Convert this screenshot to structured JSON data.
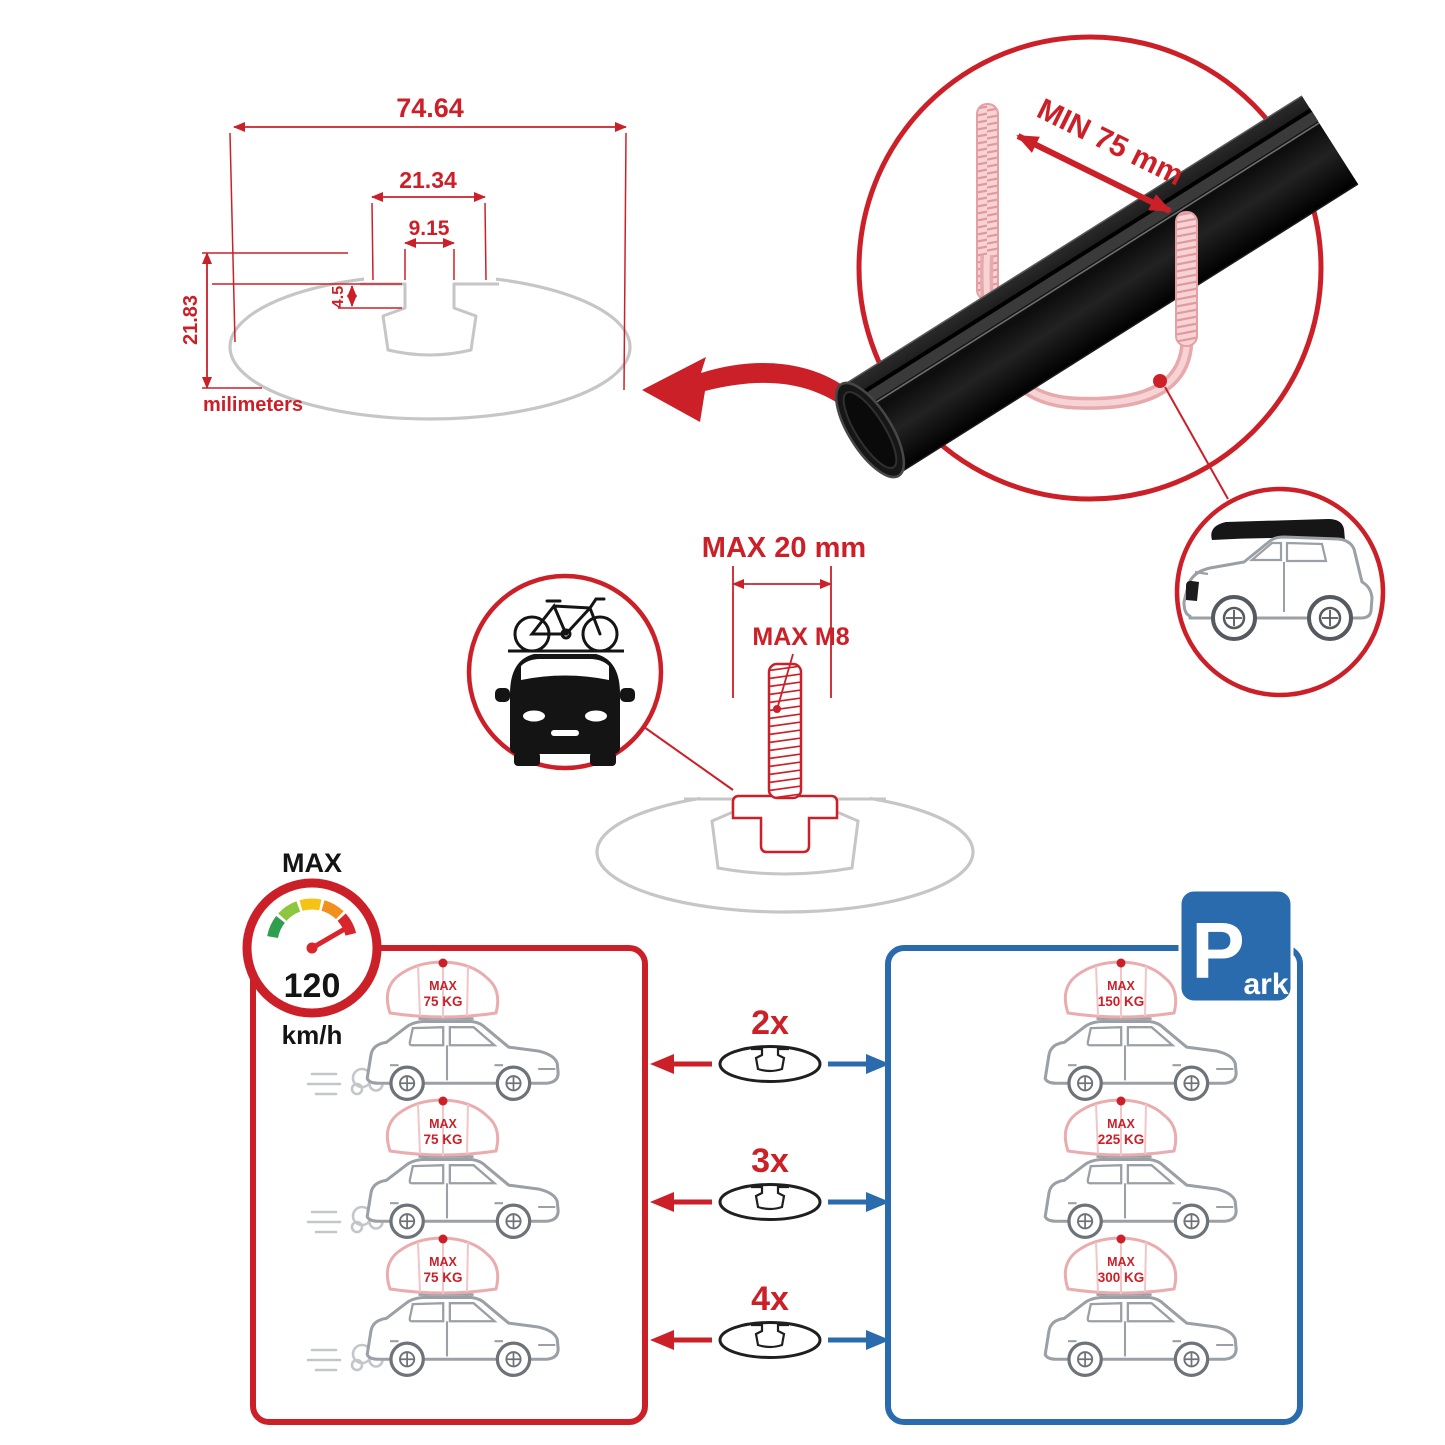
{
  "colors": {
    "accent_red": "#cc2029",
    "accent_blue": "#2a6bad",
    "bolt_pink": "#e8a9ac",
    "line_gray": "#c6c6c6",
    "bar_black": "#141414"
  },
  "cross_section": {
    "width_total": "74.64",
    "width_channel": "21.34",
    "width_slot": "9.15",
    "slot_depth": "4.5",
    "height_total": "21.83",
    "units_label": "milimeters"
  },
  "bar_detail": {
    "min_spacing_label": "MIN 75 mm"
  },
  "bolt_detail": {
    "max_length_label": "MAX 20 mm",
    "max_thread_label": "MAX M8"
  },
  "speed_limit": {
    "title": "MAX",
    "value": "120",
    "units": "km/h"
  },
  "driving_section": {
    "cars": [
      {
        "cargo_line1": "MAX",
        "cargo_line2": "75 KG"
      },
      {
        "cargo_line1": "MAX",
        "cargo_line2": "75 KG"
      },
      {
        "cargo_line1": "MAX",
        "cargo_line2": "75 KG"
      }
    ]
  },
  "multipliers": [
    {
      "label": "2x"
    },
    {
      "label": "3x"
    },
    {
      "label": "4x"
    }
  ],
  "parking_section": {
    "sign_letter": "P",
    "sign_suffix": "ark",
    "cars": [
      {
        "cargo_line1": "MAX",
        "cargo_line2": "150 KG"
      },
      {
        "cargo_line1": "MAX",
        "cargo_line2": "225 KG"
      },
      {
        "cargo_line1": "MAX",
        "cargo_line2": "300 KG"
      }
    ]
  }
}
